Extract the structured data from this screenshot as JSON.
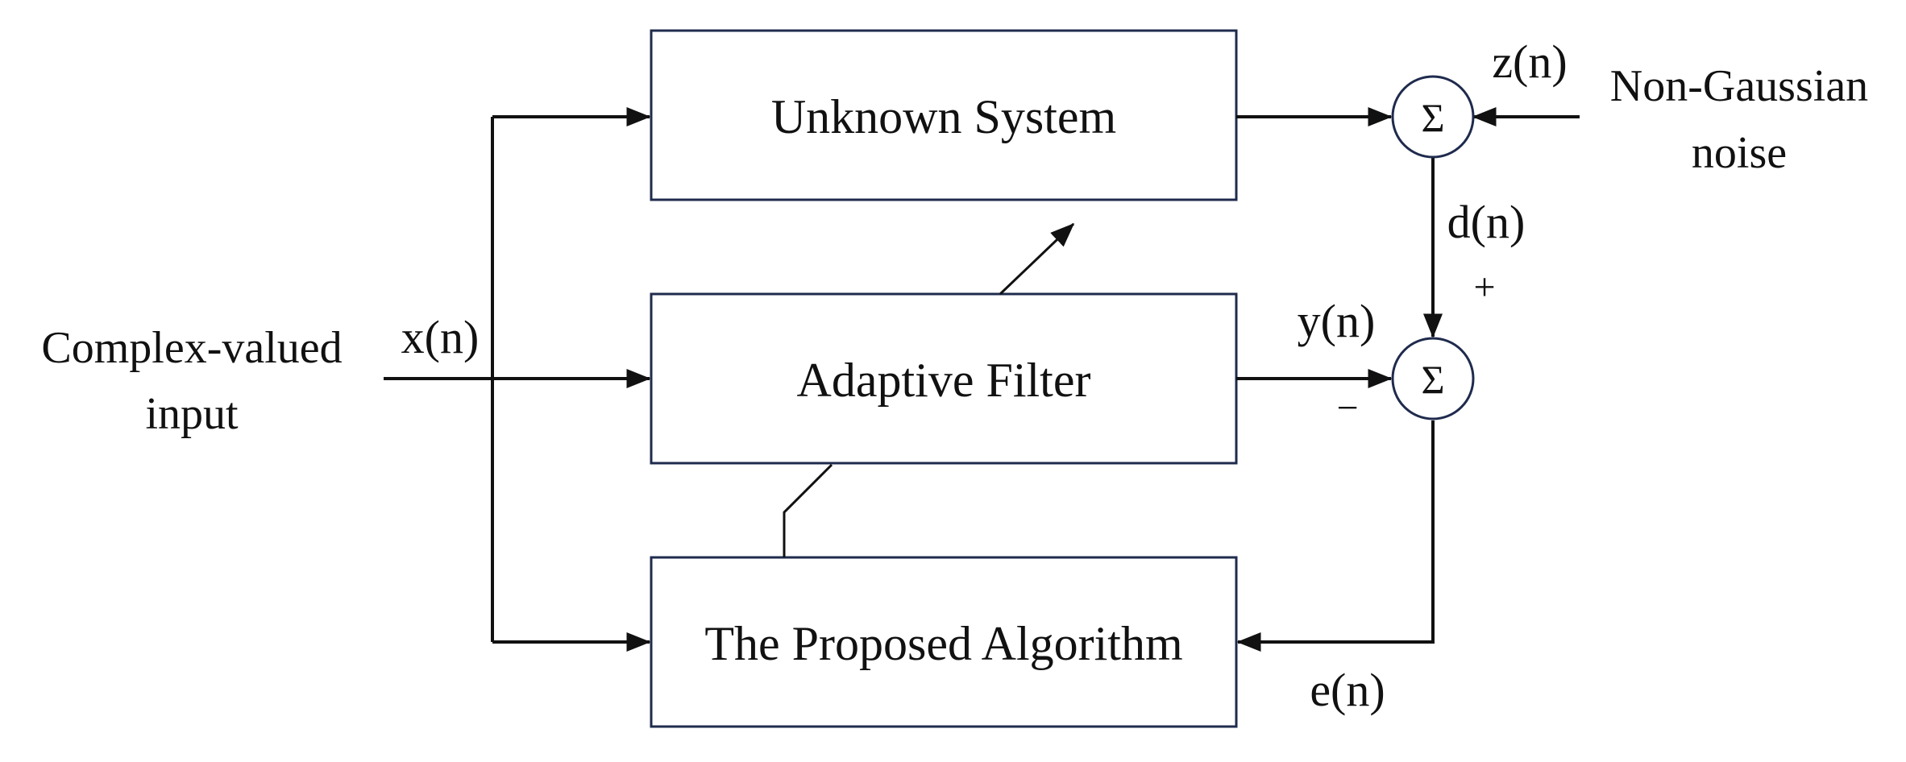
{
  "blocks": {
    "unknown_system": "Unknown System",
    "adaptive_filter": "Adaptive Filter",
    "proposed_algorithm": "The Proposed Algorithm"
  },
  "input": {
    "line1": "Complex-valued",
    "line2": "input"
  },
  "noise": {
    "line1": "Non-Gaussian",
    "line2": "noise"
  },
  "signals": {
    "x": "x(n)",
    "y": "y(n)",
    "z": "z(n)",
    "d": "d(n)",
    "e": "e(n)"
  },
  "signs": {
    "plus": "+",
    "minus": "−"
  },
  "summer_symbol": "Σ"
}
